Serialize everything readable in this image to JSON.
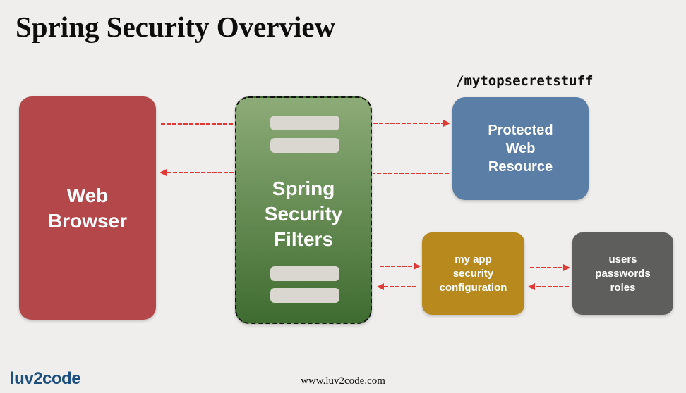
{
  "title": "Spring Security Overview",
  "url_label": "/mytopsecretstuff",
  "nodes": {
    "web_browser": "Web\nBrowser",
    "filters": "Spring\nSecurity\nFilters",
    "protected_resource": "Protected\nWeb\nResource",
    "app_config": "my app\nsecurity\nconfiguration",
    "credentials": "users\npasswords\nroles"
  },
  "footer": {
    "logo": "luv2code",
    "website": "www.luv2code.com"
  },
  "colors": {
    "arrow": "#e03a36",
    "web_browser": "#b3474a",
    "filters": "#5d8a4c",
    "protected_resource": "#5b7ea7",
    "app_config": "#b88a1e",
    "credentials": "#5e5e5c"
  }
}
